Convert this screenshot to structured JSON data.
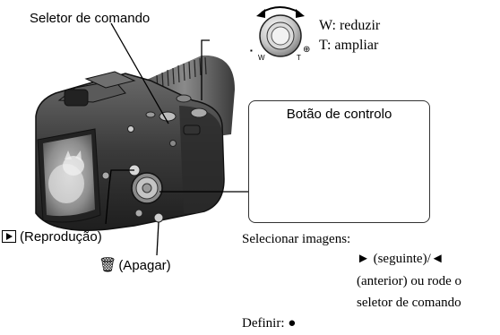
{
  "labels": {
    "command_dial": "Seletor de comando",
    "zoom_w": "W: reduzir",
    "zoom_t": "T: ampliar",
    "control_button": "Botão de controlo",
    "playback": "(Reprodução)",
    "delete": "(Apagar)",
    "select_images": "Selecionar imagens:",
    "select_line1": "► (seguinte)/◄",
    "select_line2": "(anterior) ou rode o",
    "select_line3": "seletor de comando",
    "set_label": "Definir:",
    "set_symbol": "●"
  },
  "zoom_ring": {
    "w_letter": "W",
    "t_letter": "T"
  },
  "icons": {
    "playback": "playback-icon",
    "delete": "trash-icon",
    "zoom_out": "zoom-out-icon",
    "zoom_in": "zoom-in-icon"
  }
}
